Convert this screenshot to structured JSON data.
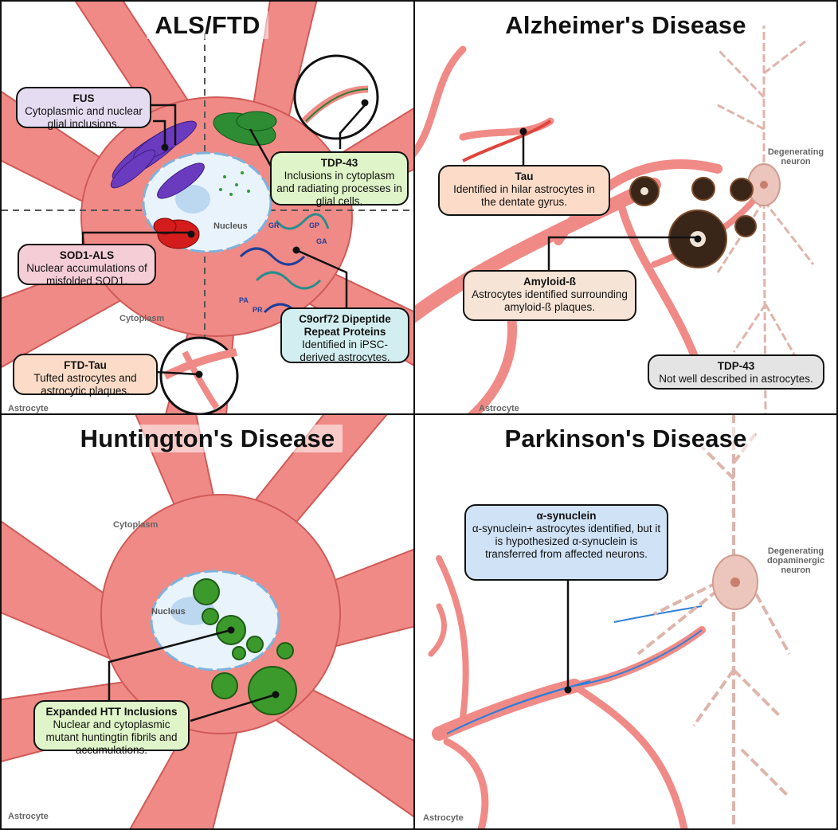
{
  "colors": {
    "astrocyte": "#f08a86",
    "astrocyte_stroke": "#cf5a57",
    "nucleus": "#e9f3fb",
    "neuron": "#ecc6bd",
    "htt": "#3c9a2c",
    "synuclein": "#2f7fd8"
  },
  "panels": {
    "als": {
      "title": "ALS/FTD",
      "nucleus_label": "Nucleus",
      "cytoplasm_label": "Cytoplasm",
      "astrocyte_label": "Astrocyte",
      "dpr_labels": [
        "GR",
        "GP",
        "GA",
        "PA",
        "PR"
      ],
      "boxes": {
        "fus": {
          "heading": "FUS",
          "body": "Cytoplasmic and nuclear glial inclusions."
        },
        "tdp43": {
          "heading": "TDP-43",
          "body": "Inclusions in cytoplasm and radiating processes in glial cells."
        },
        "sod1": {
          "heading": "SOD1-ALS",
          "body": "Nuclear accumulations of misfolded SOD1."
        },
        "c9orf72": {
          "heading": "C9orf72 Dipeptide Repeat Proteins",
          "body": "Identified in iPSC-derived astrocytes."
        },
        "ftd_tau": {
          "heading": "FTD-Tau",
          "body": "Tufted astrocytes and astrocytic plaques."
        }
      }
    },
    "alz": {
      "title": "Alzheimer's Disease",
      "neuron_label": "Degenerating neuron",
      "astrocyte_label": "Astrocyte",
      "boxes": {
        "tau": {
          "heading": "Tau",
          "body": "Identified in hilar astrocytes in the dentate gyrus."
        },
        "amyloid": {
          "heading": "Amyloid-ß",
          "body": "Astrocytes identified surrounding amyloid-ß plaques."
        },
        "tdp43": {
          "heading": "TDP-43",
          "body": "Not well described in astrocytes."
        }
      }
    },
    "hd": {
      "title": "Huntington's Disease",
      "nucleus_label": "Nucleus",
      "cytoplasm_label": "Cytoplasm",
      "astrocyte_label": "Astrocyte",
      "boxes": {
        "htt": {
          "heading": "Expanded HTT Inclusions",
          "body": "Nuclear and cytoplasmic mutant huntingtin fibrils and accumulations."
        }
      }
    },
    "pd": {
      "title": "Parkinson's Disease",
      "neuron_label": "Degenerating dopaminergic neuron",
      "astrocyte_label": "Astrocyte",
      "boxes": {
        "synuclein": {
          "heading": "α-synuclein",
          "body": "α-synuclein+ astrocytes identified, but it is hypothesized α-synuclein is transferred from affected neurons."
        }
      }
    }
  }
}
